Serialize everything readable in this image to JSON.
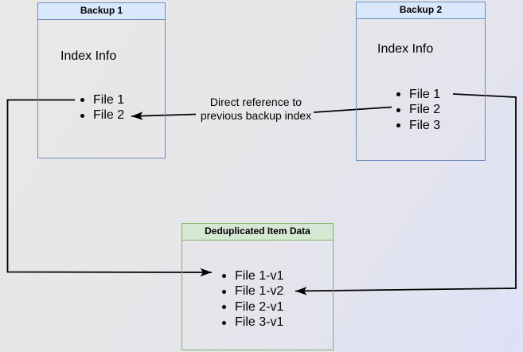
{
  "boxes": {
    "backup1": {
      "title": "Backup 1",
      "subtitle": "Index Info",
      "files": [
        "File 1",
        "File 2"
      ]
    },
    "backup2": {
      "title": "Backup 2",
      "subtitle": "Index Info",
      "files": [
        "File 1",
        "File 2",
        "File 3"
      ]
    },
    "dedup": {
      "title": "Deduplicated Item Data",
      "files": [
        "File 1-v1",
        "File 1-v2",
        "File 2-v1",
        "File 3-v1"
      ]
    }
  },
  "annotation": {
    "line1": "Direct reference to",
    "line2": "previous backup index"
  },
  "colors": {
    "blue_border": "#6c8ebf",
    "blue_fill": "#dae8fc",
    "green_border": "#82b366",
    "green_fill": "#d5e8d4",
    "arrow": "#000000",
    "text": "#000000",
    "bg_from": "#eae8e6",
    "bg_to": "#dee1f7"
  }
}
